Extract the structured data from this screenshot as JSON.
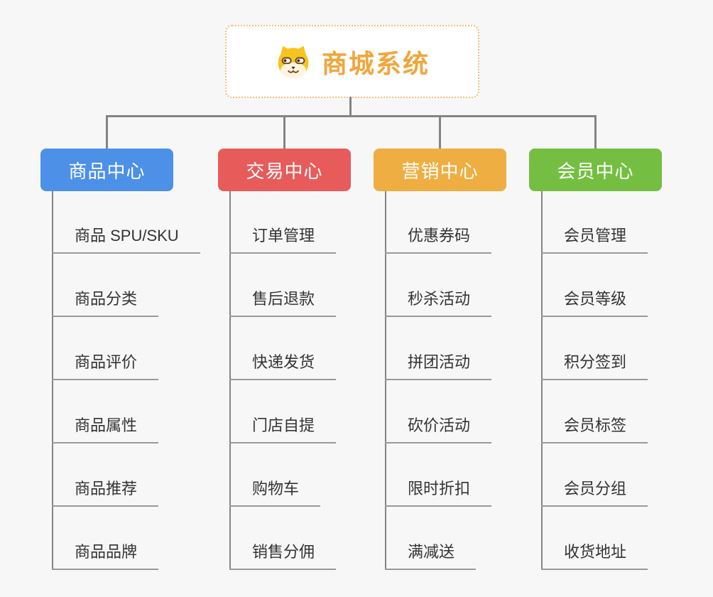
{
  "root": {
    "title": "商城系统",
    "icon": "dog-icon",
    "title_color": "#F0A63C",
    "border_color": "#F2BE77"
  },
  "style": {
    "background_color": "#F7F7F7",
    "connector_color": "#848484",
    "child_underline_color": "#999999",
    "child_text_color": "#333333"
  },
  "branches": [
    {
      "label": "商品中心",
      "color": "#4D90E8",
      "children": [
        "商品 SPU/SKU",
        "商品分类",
        "商品评价",
        "商品属性",
        "商品推荐",
        "商品品牌"
      ]
    },
    {
      "label": "交易中心",
      "color": "#E85B5B",
      "children": [
        "订单管理",
        "售后退款",
        "快递发货",
        "门店自提",
        "购物车",
        "销售分佣"
      ]
    },
    {
      "label": "营销中心",
      "color": "#EFAE41",
      "children": [
        "优惠券码",
        "秒杀活动",
        "拼团活动",
        "砍价活动",
        "限时折扣",
        "满减送"
      ]
    },
    {
      "label": "会员中心",
      "color": "#74BF41",
      "children": [
        "会员管理",
        "会员等级",
        "积分签到",
        "会员标签",
        "会员分组",
        "收货地址"
      ]
    }
  ]
}
